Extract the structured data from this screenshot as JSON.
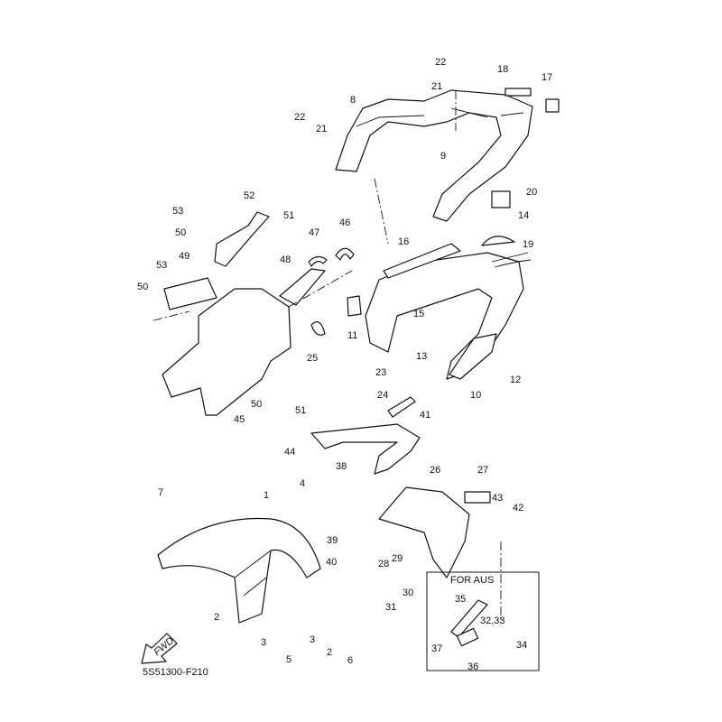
{
  "diagram": {
    "code": "5S51300-F210",
    "inset_title": "FOR AUS",
    "fwd_label": "FWD",
    "callouts": [
      "22",
      "18",
      "17",
      "21",
      "8",
      "22",
      "21",
      "9",
      "20",
      "53",
      "52",
      "50",
      "51",
      "47",
      "46",
      "14",
      "16",
      "19",
      "48",
      "49",
      "53",
      "50",
      "15",
      "11",
      "13",
      "25",
      "23",
      "12",
      "10",
      "24",
      "50",
      "51",
      "45",
      "41",
      "44",
      "38",
      "26",
      "27",
      "7",
      "1",
      "4",
      "43",
      "42",
      "39",
      "29",
      "28",
      "40",
      "30",
      "31",
      "35",
      "2",
      "3",
      "3",
      "2",
      "5",
      "6",
      "32,33",
      "34",
      "37",
      "36"
    ]
  }
}
